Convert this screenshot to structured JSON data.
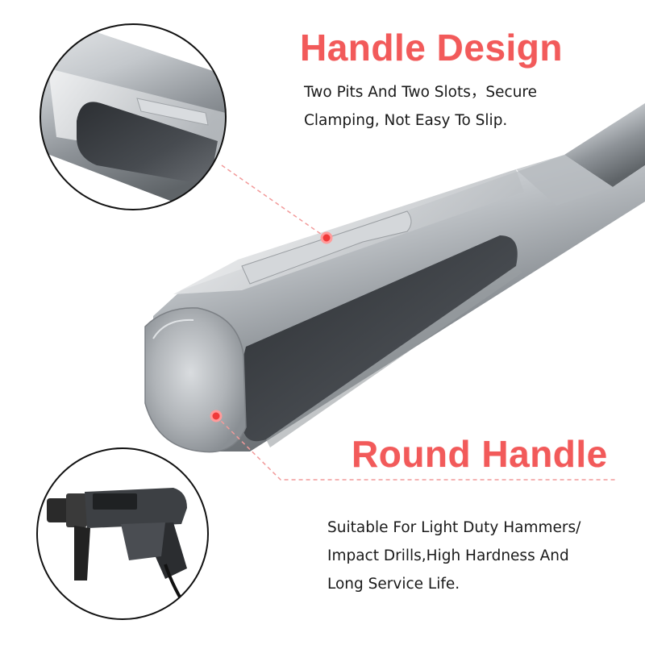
{
  "handle_design": {
    "title": "Handle Design",
    "lines": [
      "Two Pits And Two Slots，Secure",
      "Clamping, Not Easy To Slip."
    ]
  },
  "round_handle": {
    "title": "Round Handle",
    "lines": [
      "Suitable For Light Duty Hammers/",
      "Impact Drills,High Hardness And",
      "Long Service Life."
    ]
  },
  "colors": {
    "accent": "#f25a5a",
    "dash": "#f29a9a",
    "text": "#1a1a1a",
    "steel": "#a8acb0"
  }
}
